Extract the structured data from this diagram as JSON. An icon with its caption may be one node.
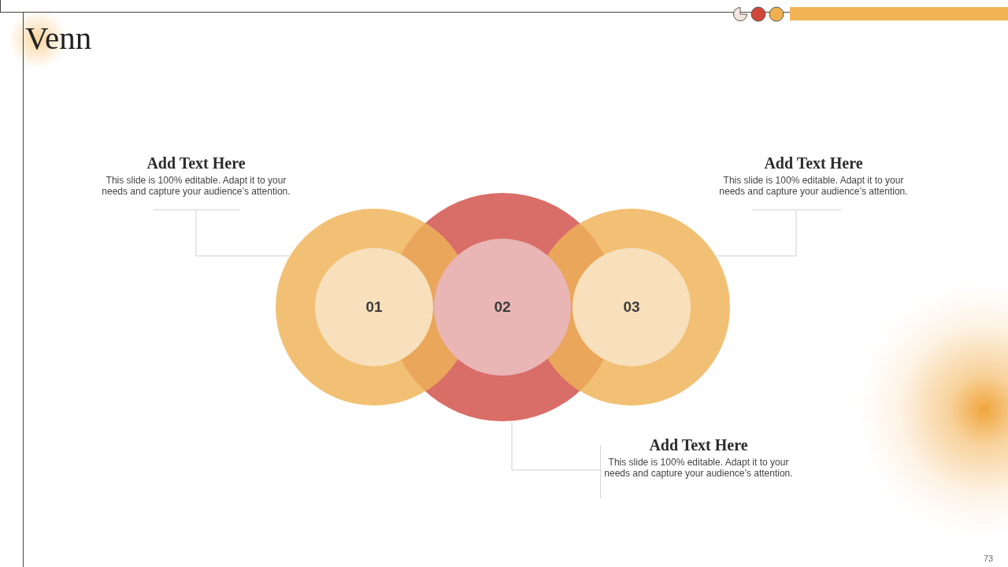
{
  "diagram": {
    "title": "Venn",
    "nodes": [
      {
        "text": [
          "Add Text Here",
          "This slide is 100% editable. Adapt it to your needs and capture your audience’s attention."
        ]
      },
      {
        "text": [
          "Add Text Here",
          "This slide is 100% editable. Adapt it to your needs and capture your audience’s attention."
        ]
      },
      {
        "text": [
          "01"
        ]
      },
      {
        "text": [
          "02"
        ]
      },
      {
        "text": [
          "03"
        ]
      },
      {
        "text": [
          "Add Text Here",
          "This slide is 100% editable. Adapt it to your needs and capture your audience’s attention."
        ]
      }
    ],
    "edges": [
      {
        "from": 0,
        "to": 2,
        "arrow": "none"
      },
      {
        "from": 1,
        "to": 4,
        "arrow": "none"
      },
      {
        "from": 5,
        "to": 3,
        "arrow": "none"
      }
    ],
    "labels": [
      "73"
    ]
  }
}
